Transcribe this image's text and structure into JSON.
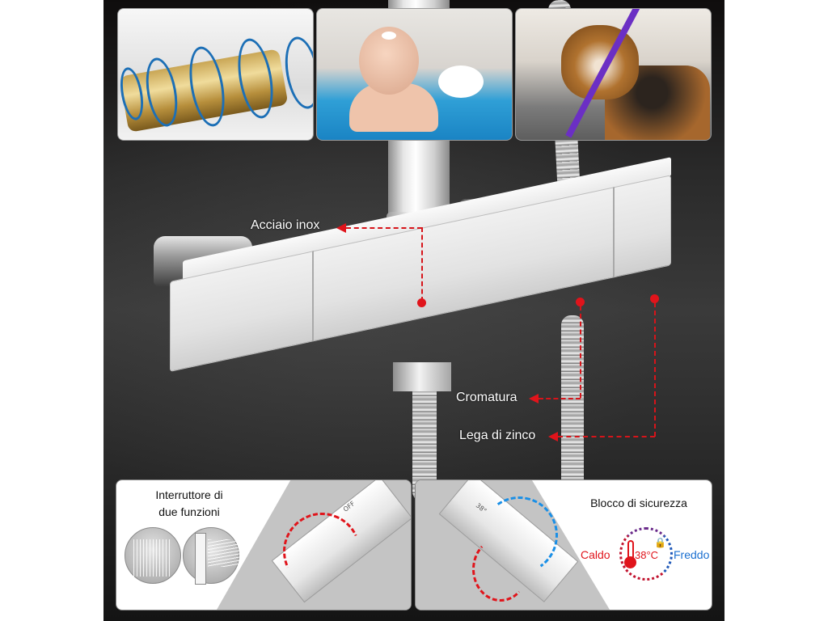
{
  "product": {
    "subject": "Thermostatic shower mixer bar (chrome, square)",
    "background_color": "#2b2b2b",
    "page_color": "#ffffff",
    "accent_red": "#e0141b",
    "accent_blue": "#1a6fd0"
  },
  "top_cards": [
    {
      "name": "cartridge-closeup",
      "description": "Brass thermostatic cartridge with blue seal rings"
    },
    {
      "name": "baby-bath",
      "description": "Smiling baby in blue bath tub with foam"
    },
    {
      "name": "dog-bath",
      "description": "Wet beagle on purple leash in grooming tub"
    }
  ],
  "callouts": [
    {
      "id": "acciaio",
      "label": "Acciaio inox"
    },
    {
      "id": "cromatura",
      "label": "Cromatura"
    },
    {
      "id": "lega",
      "label": "Lega di zinco"
    }
  ],
  "bottom_left": {
    "title_line1": "Interruttore di",
    "title_line2": "due funzioni",
    "icons": [
      "rain-shower-head-icon",
      "hand-shower-icon"
    ],
    "dial_marks": [
      "OFF"
    ]
  },
  "bottom_right": {
    "title": "Blocco di sicurezza",
    "hot_label": "Caldo",
    "cold_label": "Freddo",
    "temperature": "38°C",
    "dial_mark": "38°",
    "lock_icon": "🔒"
  }
}
